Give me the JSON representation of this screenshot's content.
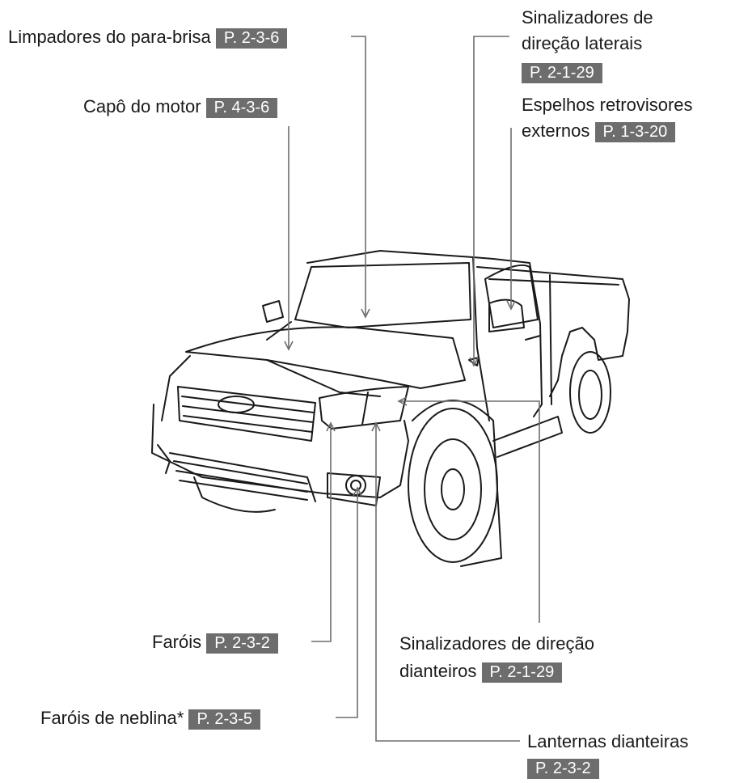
{
  "callouts": {
    "wipers": {
      "label": "Limpadores do para-brisa",
      "page": "P. 2-3-6"
    },
    "hood": {
      "label": "Capô do motor",
      "page": "P. 4-3-6"
    },
    "side_turn_signals": {
      "label_line1": "Sinalizadores de",
      "label_line2": "direção laterais",
      "page": "P. 2-1-29"
    },
    "mirrors": {
      "label_line1": "Espelhos retrovisores",
      "label_line2": "externos",
      "page": "P. 1-3-20"
    },
    "headlights": {
      "label": "Faróis",
      "page": "P. 2-3-2"
    },
    "front_turn_signals": {
      "label_line1": "Sinalizadores de direção",
      "label_line2": "dianteiros",
      "page": "P. 2-1-29"
    },
    "fog_lights": {
      "label": "Faróis de neblina*",
      "page": "P. 2-3-5"
    },
    "front_position_lights": {
      "label": "Lanternas dianteiras",
      "page": "P. 2-3-2"
    }
  },
  "colors": {
    "leader_line": "#6d6d6d",
    "page_ref_bg": "#6d6d6d",
    "outline": "#1a1a1a"
  }
}
